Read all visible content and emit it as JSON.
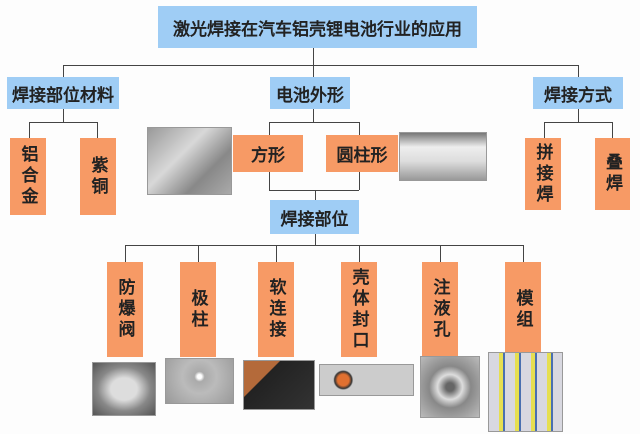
{
  "title": "激光焊接在汽车铝壳锂电池行业的应用",
  "level2": [
    {
      "label": "焊接部位材料"
    },
    {
      "label": "电池外形"
    },
    {
      "label": "焊接方式"
    }
  ],
  "materials": [
    {
      "label": "铝合金"
    },
    {
      "label": "紫铜"
    }
  ],
  "shapes": [
    {
      "label": "方形"
    },
    {
      "label": "圆柱形"
    }
  ],
  "methods": [
    {
      "label": "拼接焊"
    },
    {
      "label": "叠焊"
    }
  ],
  "weld_parts_title": "焊接部位",
  "weld_parts": [
    {
      "label": "防爆阀"
    },
    {
      "label": "极柱"
    },
    {
      "label": "软连接"
    },
    {
      "label": "壳体封口"
    },
    {
      "label": "注液孔"
    },
    {
      "label": "模组"
    }
  ],
  "colors": {
    "blue": "#9fcdf5",
    "orange": "#f79a65"
  }
}
